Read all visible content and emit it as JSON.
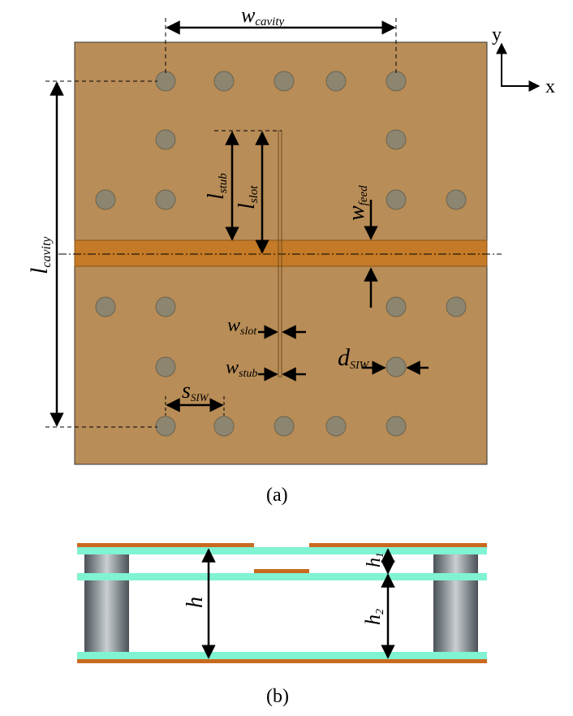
{
  "colors": {
    "substrate": "#b98d57",
    "feedline": "#c47a26",
    "via": "#8c8570",
    "copper": "#c96a20",
    "dielectric": "#7ff3d2",
    "via_dark": "#4a5258",
    "via_light": "#c9cfd2"
  },
  "axes": {
    "y": "y",
    "x": "x"
  },
  "labels": {
    "w_cavity": {
      "main": "w",
      "sub": "cavity"
    },
    "l_cavity": {
      "main": "l",
      "sub": "cavity"
    },
    "l_stub": {
      "main": "l",
      "sub": "stub"
    },
    "l_slot": {
      "main": "l",
      "sub": "slot"
    },
    "w_feed": {
      "main": "w",
      "sub": "feed"
    },
    "w_slot": {
      "main": "w",
      "sub": "slot"
    },
    "w_stub": {
      "main": "w",
      "sub": "stub"
    },
    "d_siw": {
      "main": "d",
      "sub": "SIW"
    },
    "s_siw": {
      "main": "s",
      "sub": "SIW"
    },
    "h": "h",
    "h1": {
      "main": "h",
      "sub": "1"
    },
    "h2": {
      "main": "h",
      "sub": "2"
    }
  },
  "captions": {
    "a": "(a)",
    "b": "(b)"
  }
}
